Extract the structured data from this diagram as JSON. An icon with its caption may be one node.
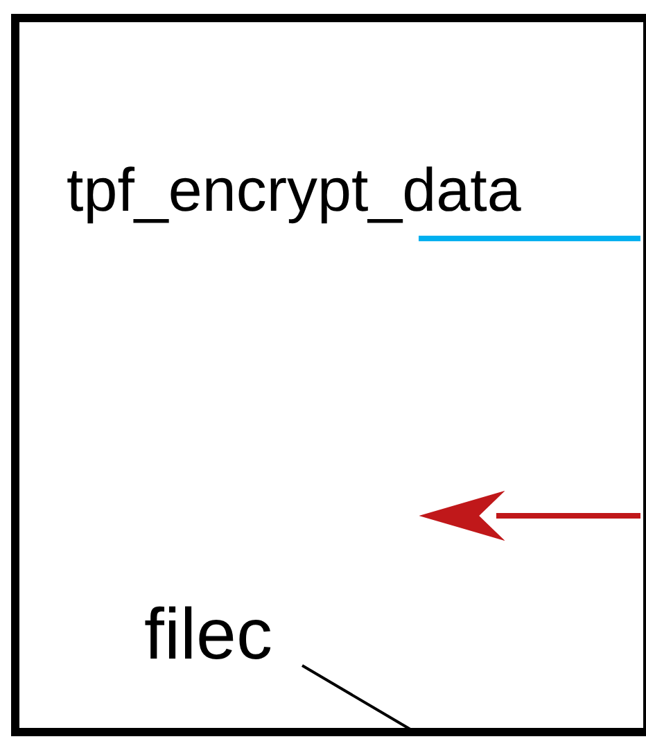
{
  "diagram": {
    "nodes": [
      {
        "text": [
          "tpf_encrypt_data"
        ]
      },
      {
        "text": [
          "filec"
        ],
        "in": 0
      }
    ],
    "edges": [
      {
        "from": 0,
        "to": null,
        "arrow": "none",
        "color": "#00b0f0"
      },
      {
        "from": 0,
        "to": null,
        "arrow": "to",
        "color": "#c0181a"
      },
      {
        "from": 1,
        "to": 0,
        "arrow": "none",
        "color": "#000000"
      }
    ]
  }
}
